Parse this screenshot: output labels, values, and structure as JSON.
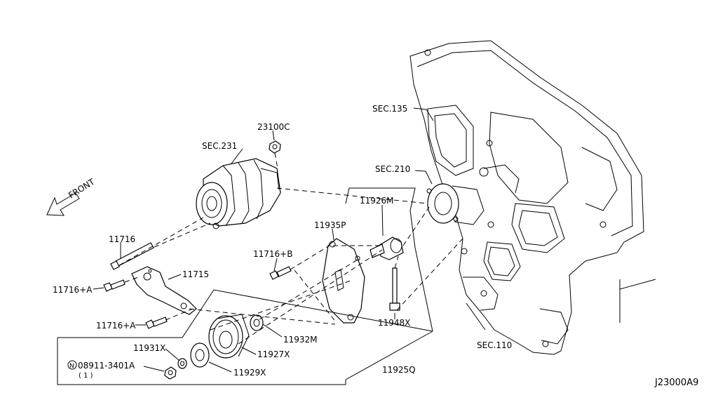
{
  "diagram": {
    "front_label": "FRONT",
    "diagram_code": "J23000A9",
    "labels": {
      "sec135": "SEC.135",
      "sec231": "SEC.231",
      "p23100c": "23100C",
      "sec210": "SEC.210",
      "p11926m": "11926M",
      "p11935p": "11935P",
      "p11716": "11716",
      "p11716b": "11716+B",
      "p11715": "11715",
      "p11716a_1": "11716+A",
      "p11716a_2": "11716+A",
      "p11948x": "11948X",
      "p11932m": "11932M",
      "p11927x": "11927X",
      "p11931x": "11931X",
      "p08911": "08911-3401A",
      "p08911_qty": "( 1 )",
      "p11929x": "11929X",
      "p11925q": "11925Q",
      "sec110": "SEC.110",
      "n_symbol": "N"
    }
  }
}
